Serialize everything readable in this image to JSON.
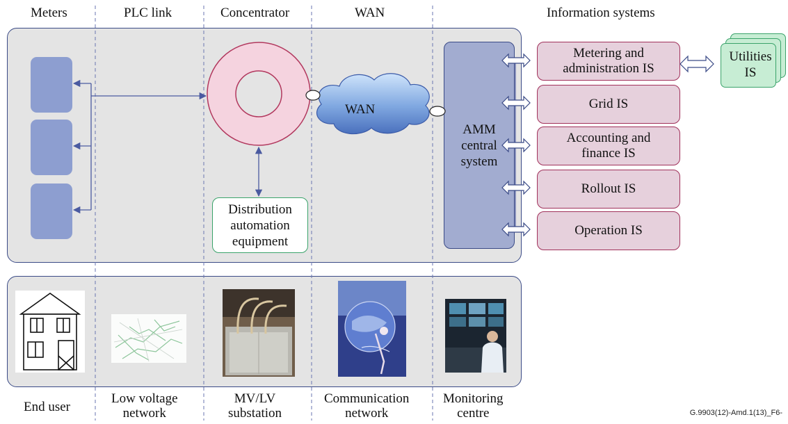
{
  "columns_top": [
    "Meters",
    "PLC link",
    "Concentrator",
    "WAN",
    "Information systems"
  ],
  "columns_bottom": [
    "End user",
    [
      "Low voltage",
      "network"
    ],
    [
      "MV/LV",
      "substation"
    ],
    [
      "Communication",
      "network"
    ],
    [
      "Monitoring",
      "centre"
    ]
  ],
  "wan_label": "WAN",
  "amm_label": [
    "AMM",
    "central",
    "system"
  ],
  "distribution_label": [
    "Distribution",
    "automation",
    "equipment"
  ],
  "is_boxes": [
    [
      "Metering and",
      "administration IS"
    ],
    [
      "Grid IS"
    ],
    [
      "Accounting and",
      "finance IS"
    ],
    [
      "Rollout IS"
    ],
    [
      "Operation IS"
    ]
  ],
  "utilities_label": [
    "Utilities",
    "IS"
  ],
  "figure_code": "G.9903(12)-Amd.1(13)_F6-",
  "colors": {
    "panel_fill": "#e4e4e4",
    "panel_border": "#3a4a86",
    "meter_fill": "#8d9ed0",
    "concentrator_fill": "#f5d3df",
    "concentrator_border": "#b2385e",
    "is_fill": "#e6d0dc",
    "is_border": "#a0305a",
    "utilities_fill": "#c7edd4",
    "utilities_border": "#3aa36a",
    "link_color": "#4a5aa0"
  }
}
